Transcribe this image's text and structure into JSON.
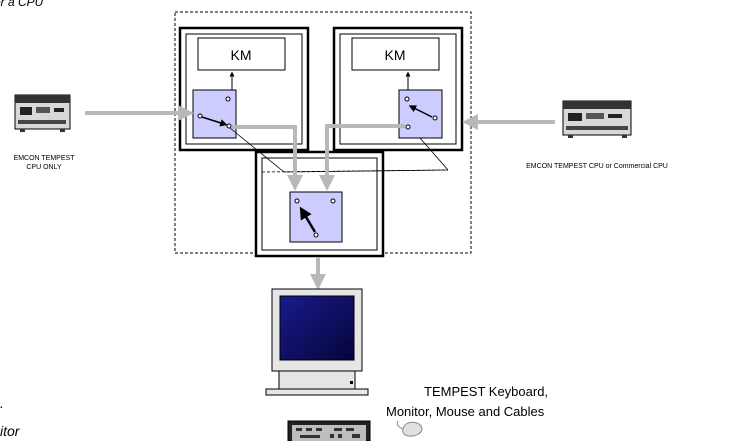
{
  "diagram": {
    "left_cpu_label_line1": "EMCON TEMPEST",
    "left_cpu_label_line2": "CPU ONLY",
    "right_cpu_label": "EMCON TEMPEST CPU  or Commercial CPU",
    "km_left": "KM",
    "km_right": "KM",
    "peripherals_label_line1": "TEMPEST Keyboard,",
    "peripherals_label_line2": "Monitor, Mouse and Cables",
    "partial_top_left": "or a CPU",
    "partial_bottom_left_1": ".",
    "partial_bottom_left_2": "itor"
  },
  "colors": {
    "switch_fill": "#ccccff",
    "connector_gray": "#b8b8b8",
    "screen_blue": "#0b0b7a"
  }
}
